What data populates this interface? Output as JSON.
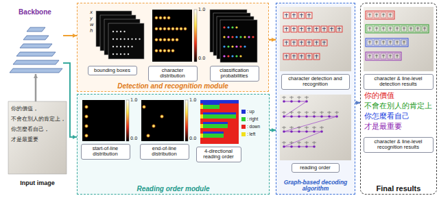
{
  "diagram": {
    "nodes": [
      {
        "text": [
          "Backbone"
        ]
      },
      {
        "text": [
          "Detection and recognition module"
        ]
      },
      {
        "text": [
          "bounding boxes"
        ],
        "in": 1
      },
      {
        "text": [
          "character distribution"
        ],
        "in": 1
      },
      {
        "text": [
          "classification probabilities"
        ],
        "in": 1
      },
      {
        "text": [
          "Input image"
        ]
      },
      {
        "text": [
          "Reading order module"
        ]
      },
      {
        "text": [
          "start-of-line distribution"
        ],
        "in": 6
      },
      {
        "text": [
          "end-of-line distribution"
        ],
        "in": 6
      },
      {
        "text": [
          "4-directional reading order"
        ],
        "in": 6
      },
      {
        "text": [
          "Graph-based decoding algorithm"
        ]
      },
      {
        "text": [
          "character detection and recognition"
        ],
        "in": 10
      },
      {
        "text": [
          "reading order"
        ],
        "in": 10
      },
      {
        "text": [
          "Final results"
        ]
      },
      {
        "text": [
          "character & line-level detection results"
        ],
        "in": 13
      },
      {
        "text": [
          "character & line-level recognition results"
        ],
        "in": 13
      }
    ],
    "edges": [
      {
        "from": 5,
        "to": 0,
        "arrow": "to"
      },
      {
        "from": 0,
        "to": 1,
        "arrow": "to"
      },
      {
        "from": 0,
        "to": 6,
        "arrow": "to"
      },
      {
        "from": 1,
        "to": 10,
        "arrow": "to"
      },
      {
        "from": 6,
        "to": 10,
        "arrow": "to"
      },
      {
        "from": 10,
        "to": 13,
        "arrow": "to"
      }
    ],
    "labels": [
      "x",
      "y",
      "w",
      "h",
      "1.0",
      "0.0",
      "1.0",
      "0.0",
      "1.0",
      "0.0",
      "你的價值，",
      "不會在別人的肯定上，",
      "你怎麼看自己，",
      "才是最重要",
      "你的價值",
      "不會在別人的肯定上",
      "你怎麼看自己",
      "才是最重要"
    ],
    "legend": [
      {
        "text": ": up",
        "color": "#1f33d6"
      },
      {
        "text": ": right",
        "color": "#2fcf2f"
      },
      {
        "text": ": down",
        "color": "#e8231c"
      },
      {
        "text": ": left",
        "color": "#f2e01a"
      }
    ]
  }
}
